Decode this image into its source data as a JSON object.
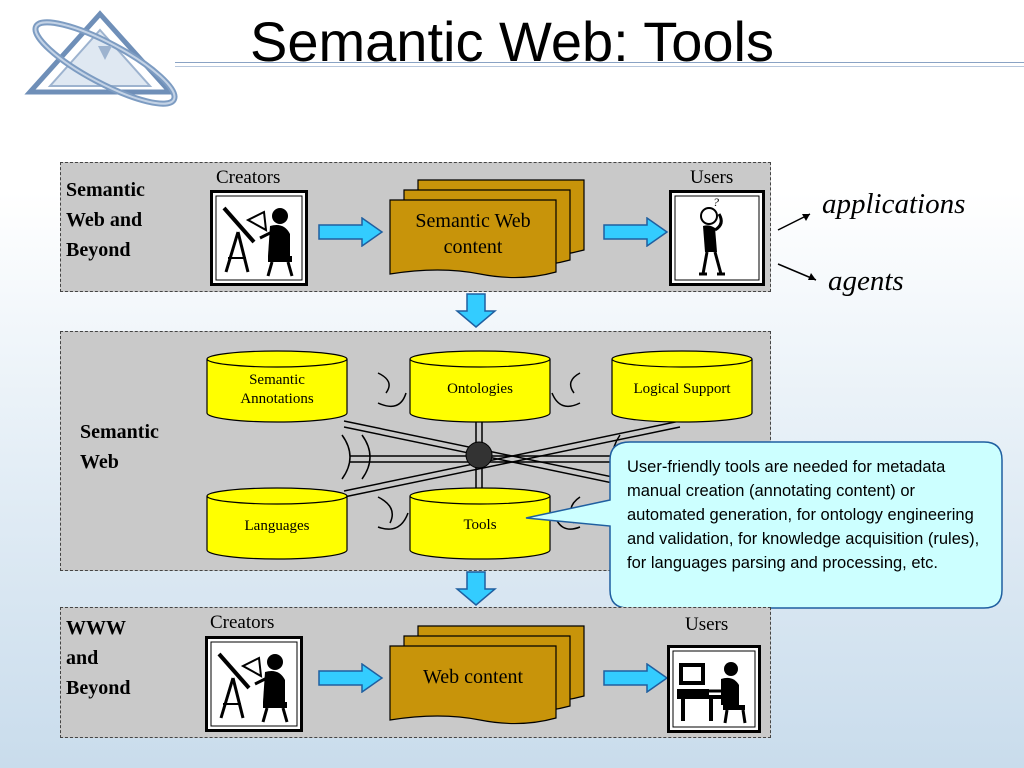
{
  "title": "Semantic Web: Tools",
  "icons": {
    "logo": "triangle-swirl-logo",
    "creator": "drafting-person-icon",
    "user_thinking": "thinking-person-icon",
    "user_computer": "computer-user-icon"
  },
  "colors": {
    "panel": "#c9c9c9",
    "document": "#c8940a",
    "cylinder": "#ffff00",
    "arrow": "#33ccff",
    "callout": "#ccffff"
  },
  "top_panel": {
    "label": "Semantic Web and Beyond",
    "creators": "Creators",
    "users": "Users",
    "content": "Semantic Web content",
    "applications": "applications",
    "agents": "agents"
  },
  "middle_panel": {
    "label": "Semantic Web",
    "cylinders": [
      "Semantic Annotations",
      "Ontologies",
      "Logical Support",
      "Languages",
      "Tools"
    ]
  },
  "bottom_panel": {
    "label": "WWW and Beyond",
    "creators": "Creators",
    "users": "Users",
    "content": "Web content"
  },
  "callout": "User-friendly tools are needed for metadata manual creation (annotating content) or automated generation, for ontology engineering and validation, for knowledge acquisition (rules), for languages parsing and processing, etc."
}
